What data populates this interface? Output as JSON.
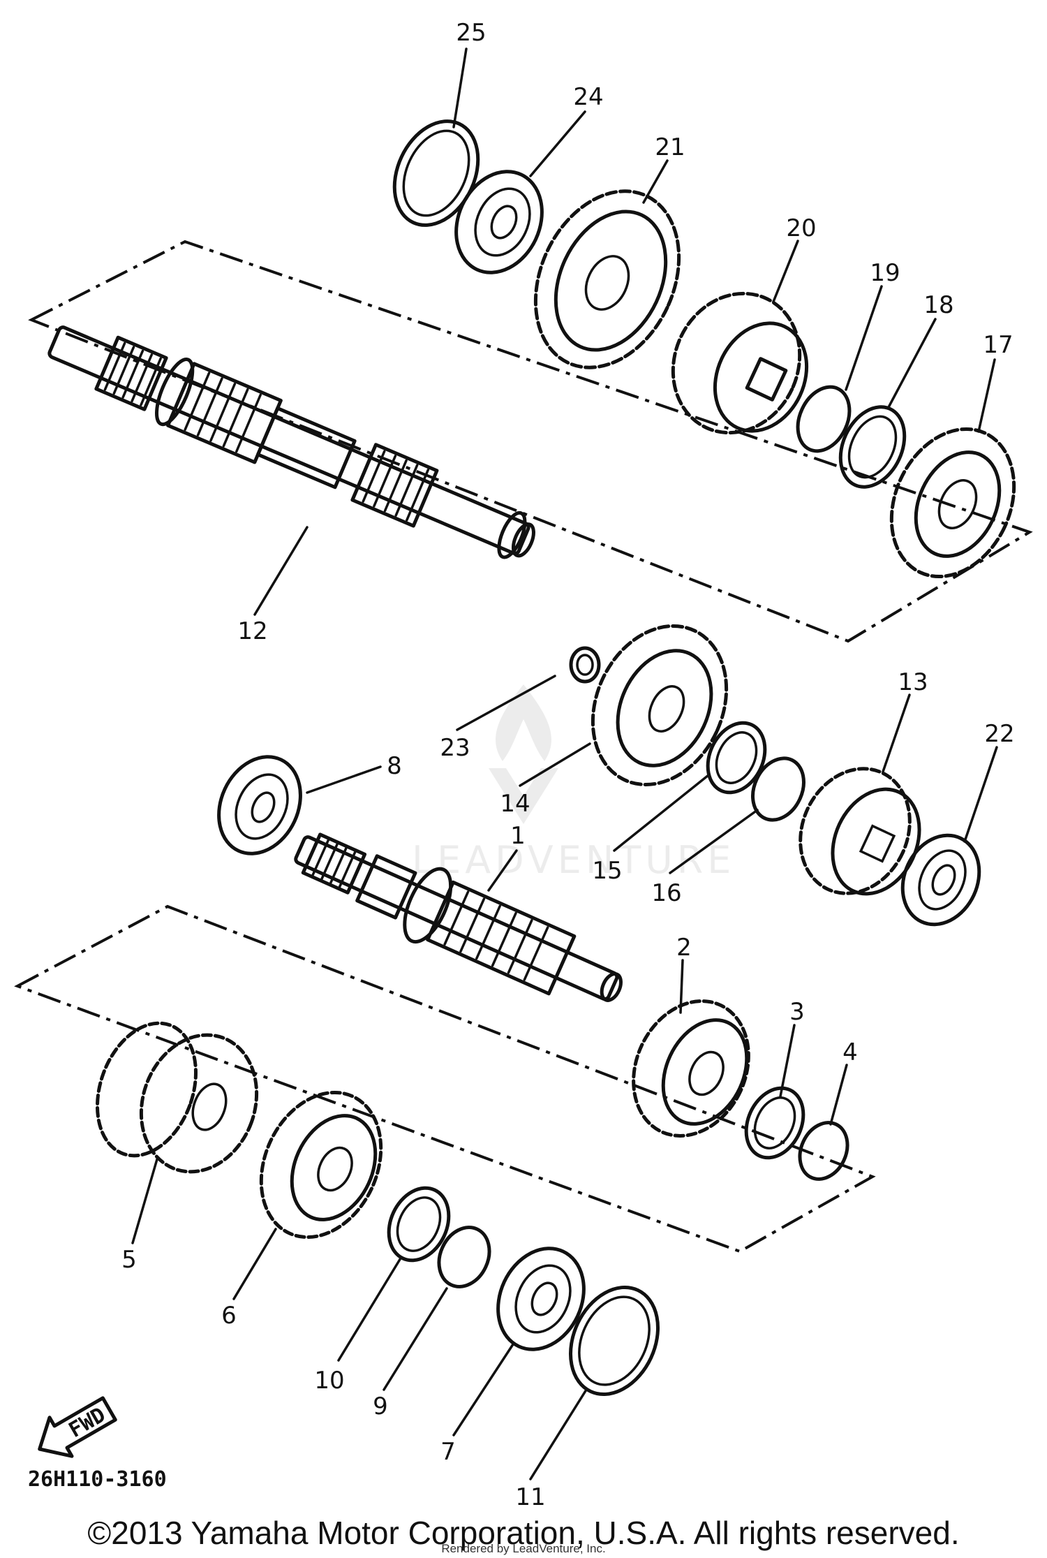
{
  "diagram": {
    "drawing_code": "26H110-3160",
    "fwd_label": "FWD",
    "copyright": "©2013 Yamaha Motor Corporation, U.S.A. All rights reserved.",
    "rendered_by": "Rendered by LeadVenture, Inc.",
    "watermark": "LEADVENTURE",
    "part_numbers": [
      "25",
      "24",
      "21",
      "20",
      "19",
      "18",
      "17",
      "12",
      "23",
      "14",
      "13",
      "22",
      "8",
      "1",
      "15",
      "16",
      "2",
      "3",
      "4",
      "5",
      "6",
      "10",
      "9",
      "7",
      "11"
    ]
  }
}
